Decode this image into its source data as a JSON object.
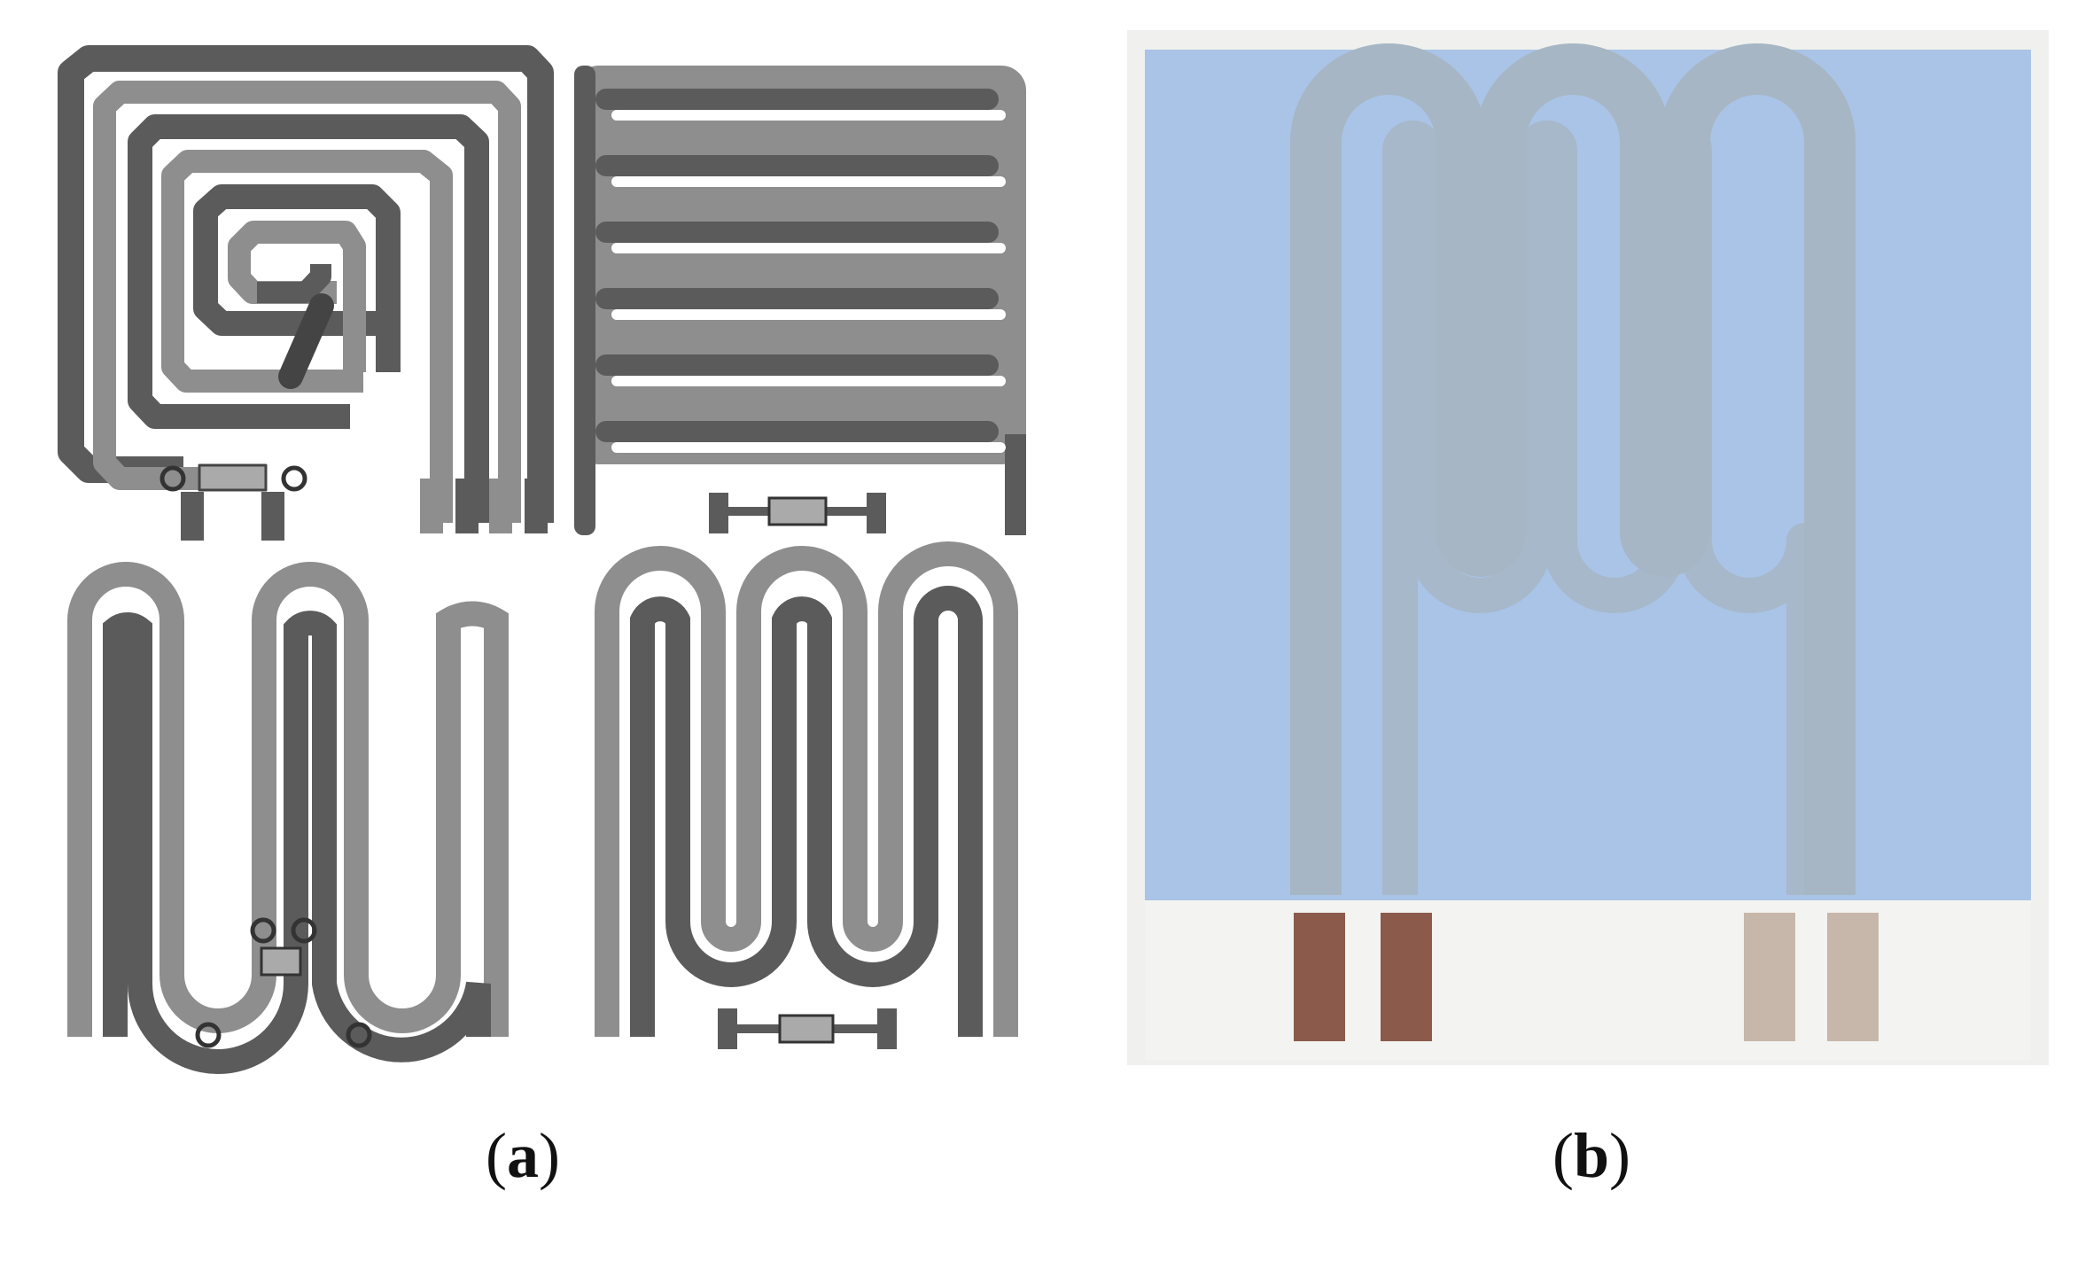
{
  "captions": {
    "a_open": "(",
    "a_letter": "a",
    "a_close": ")",
    "b_open": "(",
    "b_letter": "b",
    "b_close": ")"
  },
  "panels": {
    "a": {
      "description_id": "heater-layouts",
      "designs": [
        "spiral",
        "comb",
        "serpentine-tight",
        "serpentine-wide"
      ]
    },
    "b": {
      "description_id": "fabricated-heater-photo"
    }
  },
  "colors": {
    "trace_dark": "#5b5b5b",
    "trace_light": "#8e8e8e",
    "substrate_blue": "#a9c4e6",
    "substrate_white": "#f3f3f1",
    "trace_photo": "#a6b6c4",
    "pad_copper": "#8b5a4a",
    "pad_silver": "#c7b7aa"
  }
}
